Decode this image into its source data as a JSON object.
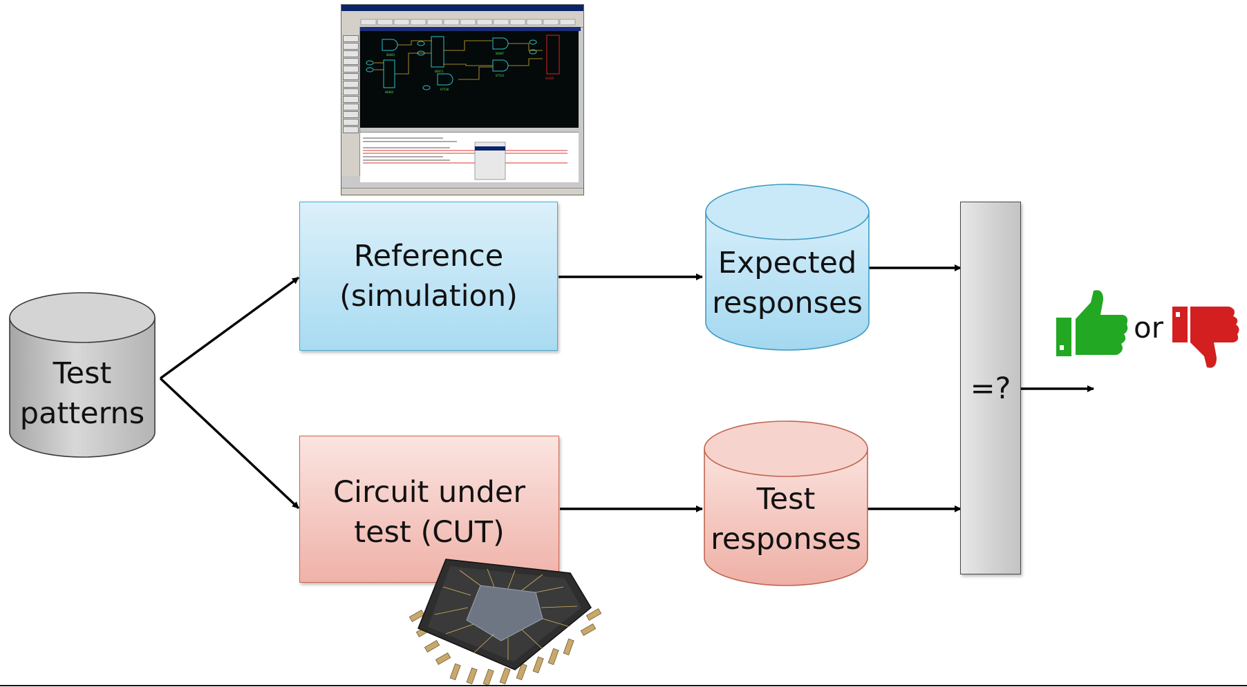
{
  "nodes": {
    "test_patterns": {
      "line1": "Test",
      "line2": "patterns"
    },
    "reference": {
      "line1": "Reference",
      "line2": "(simulation)"
    },
    "cut": {
      "line1": "Circuit under",
      "line2": "test (CUT)"
    },
    "expected": {
      "line1": "Expected",
      "line2": "responses"
    },
    "test_responses": {
      "line1": "Test",
      "line2": "responses"
    },
    "comparator": {
      "label": "=?"
    }
  },
  "outcome": {
    "or_label": "or",
    "pass_icon": "thumbs-up-icon",
    "fail_icon": "thumbs-down-icon"
  },
  "colors": {
    "reference_fill": "#bfe4f6",
    "cut_fill": "#f4c6be",
    "patterns_fill": "#c8c8c8",
    "pass": "#22a822",
    "fail": "#d31f1f"
  }
}
